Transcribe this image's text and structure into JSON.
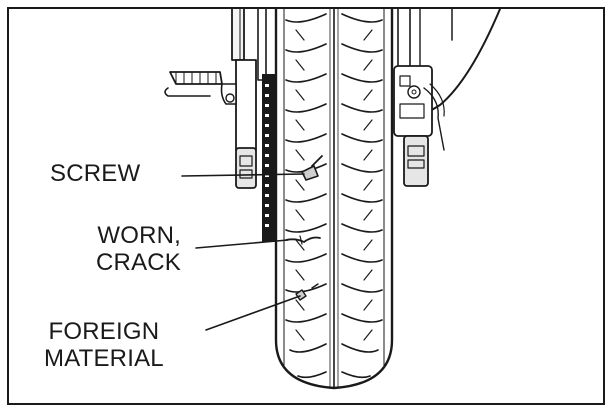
{
  "figure": {
    "callouts": [
      {
        "id": "screw",
        "text": "SCREW"
      },
      {
        "id": "worn-crack",
        "text": "WORN,\nCRACK"
      },
      {
        "id": "foreign-material",
        "text": "FOREIGN\nMATERIAL"
      }
    ]
  },
  "colors": {
    "ink": "#1a1a1a",
    "paper": "#ffffff",
    "shading": "#d8d8d8"
  }
}
